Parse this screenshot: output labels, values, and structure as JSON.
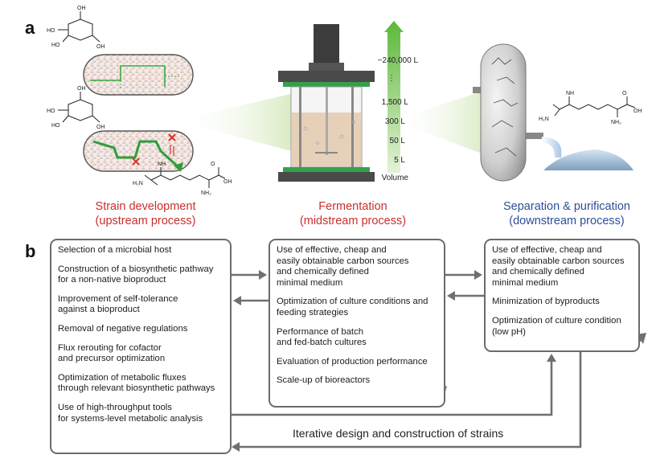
{
  "panels": {
    "a": "a",
    "b": "b"
  },
  "stages": {
    "strain": {
      "line1": "Strain development",
      "line2": "(upstream process)",
      "color": "#c9302c"
    },
    "fermentation": {
      "line1": "Fermentation",
      "line2": "(midstream process)",
      "color": "#c9302c"
    },
    "separation": {
      "line1": "Separation & purification",
      "line2": "(downstream process)",
      "color": "#2b4f9a"
    }
  },
  "scale": {
    "labels": [
      "~240,000 L",
      "⋮",
      "1,500 L",
      "300 L",
      "50 L",
      "5 L",
      "Volume"
    ]
  },
  "chem_labels": {
    "oh": "OH",
    "ho": "HO",
    "nh": "NH",
    "nh2": "NH₂",
    "h2n": "H₂N",
    "o": "O"
  },
  "upstream_items": [
    "Selection of a microbial host",
    "Construction of a biosynthetic pathway\nfor a non-native bioproduct",
    "Improvement of self-tolerance\nagainst a bioproduct",
    "Removal of negative regulations",
    "Flux rerouting for cofactor\nand precursor optimization",
    "Optimization of metabolic fluxes\nthrough relevant biosynthetic pathways",
    "Use of high-throughput tools\nfor systems-level metabolic analysis"
  ],
  "midstream_items": [
    "Use of effective, cheap and\neasily obtainable carbon sources\nand chemically defined\nminimal medium",
    "Optimization of culture conditions and\nfeeding strategies",
    "Performance of batch\nand fed-batch cultures",
    "Evaluation of production performance",
    "Scale-up of bioreactors"
  ],
  "downstream_items": [
    "Use of effective, cheap and\neasily obtainable carbon sources\nand chemically defined\nminimal medium",
    "Minimization of byproducts",
    "Optimization of culture condition\n(low pH)"
  ],
  "bottom_caption": "Iterative design and construction of strains",
  "colors": {
    "green_arrow": "#5cb83a",
    "cone": "#dcedc4",
    "cell_fill": "#f3e7e0",
    "box_border": "#6b6b6b",
    "arrow": "#707070",
    "broth": "#e6d0b8",
    "crystal": "#9fb7cf"
  }
}
